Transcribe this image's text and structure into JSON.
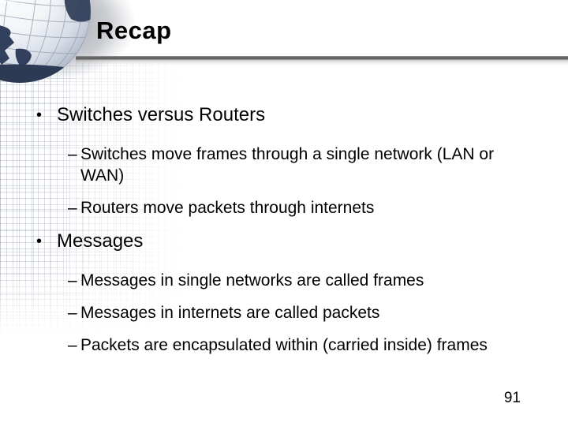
{
  "slide": {
    "title": "Recap",
    "page_number": "91",
    "markers": {
      "level1": "•",
      "level2": "–"
    },
    "bullets": [
      {
        "text": "Switches versus Routers",
        "children": [
          "Switches move frames through a single network (LAN or WAN)",
          "Routers move packets through internets"
        ]
      },
      {
        "text": "Messages",
        "children": [
          "Messages in single networks are called frames",
          "Messages in internets are called packets",
          "Packets are encapsulated within (carried inside) frames"
        ]
      }
    ],
    "colors": {
      "text": "#000000",
      "divider": "#6b6b6b",
      "globe_land": "#31405c",
      "globe_grid": "#9aa3b2",
      "background": "#ffffff"
    },
    "icons": {
      "top_left": "globe-icon"
    }
  }
}
